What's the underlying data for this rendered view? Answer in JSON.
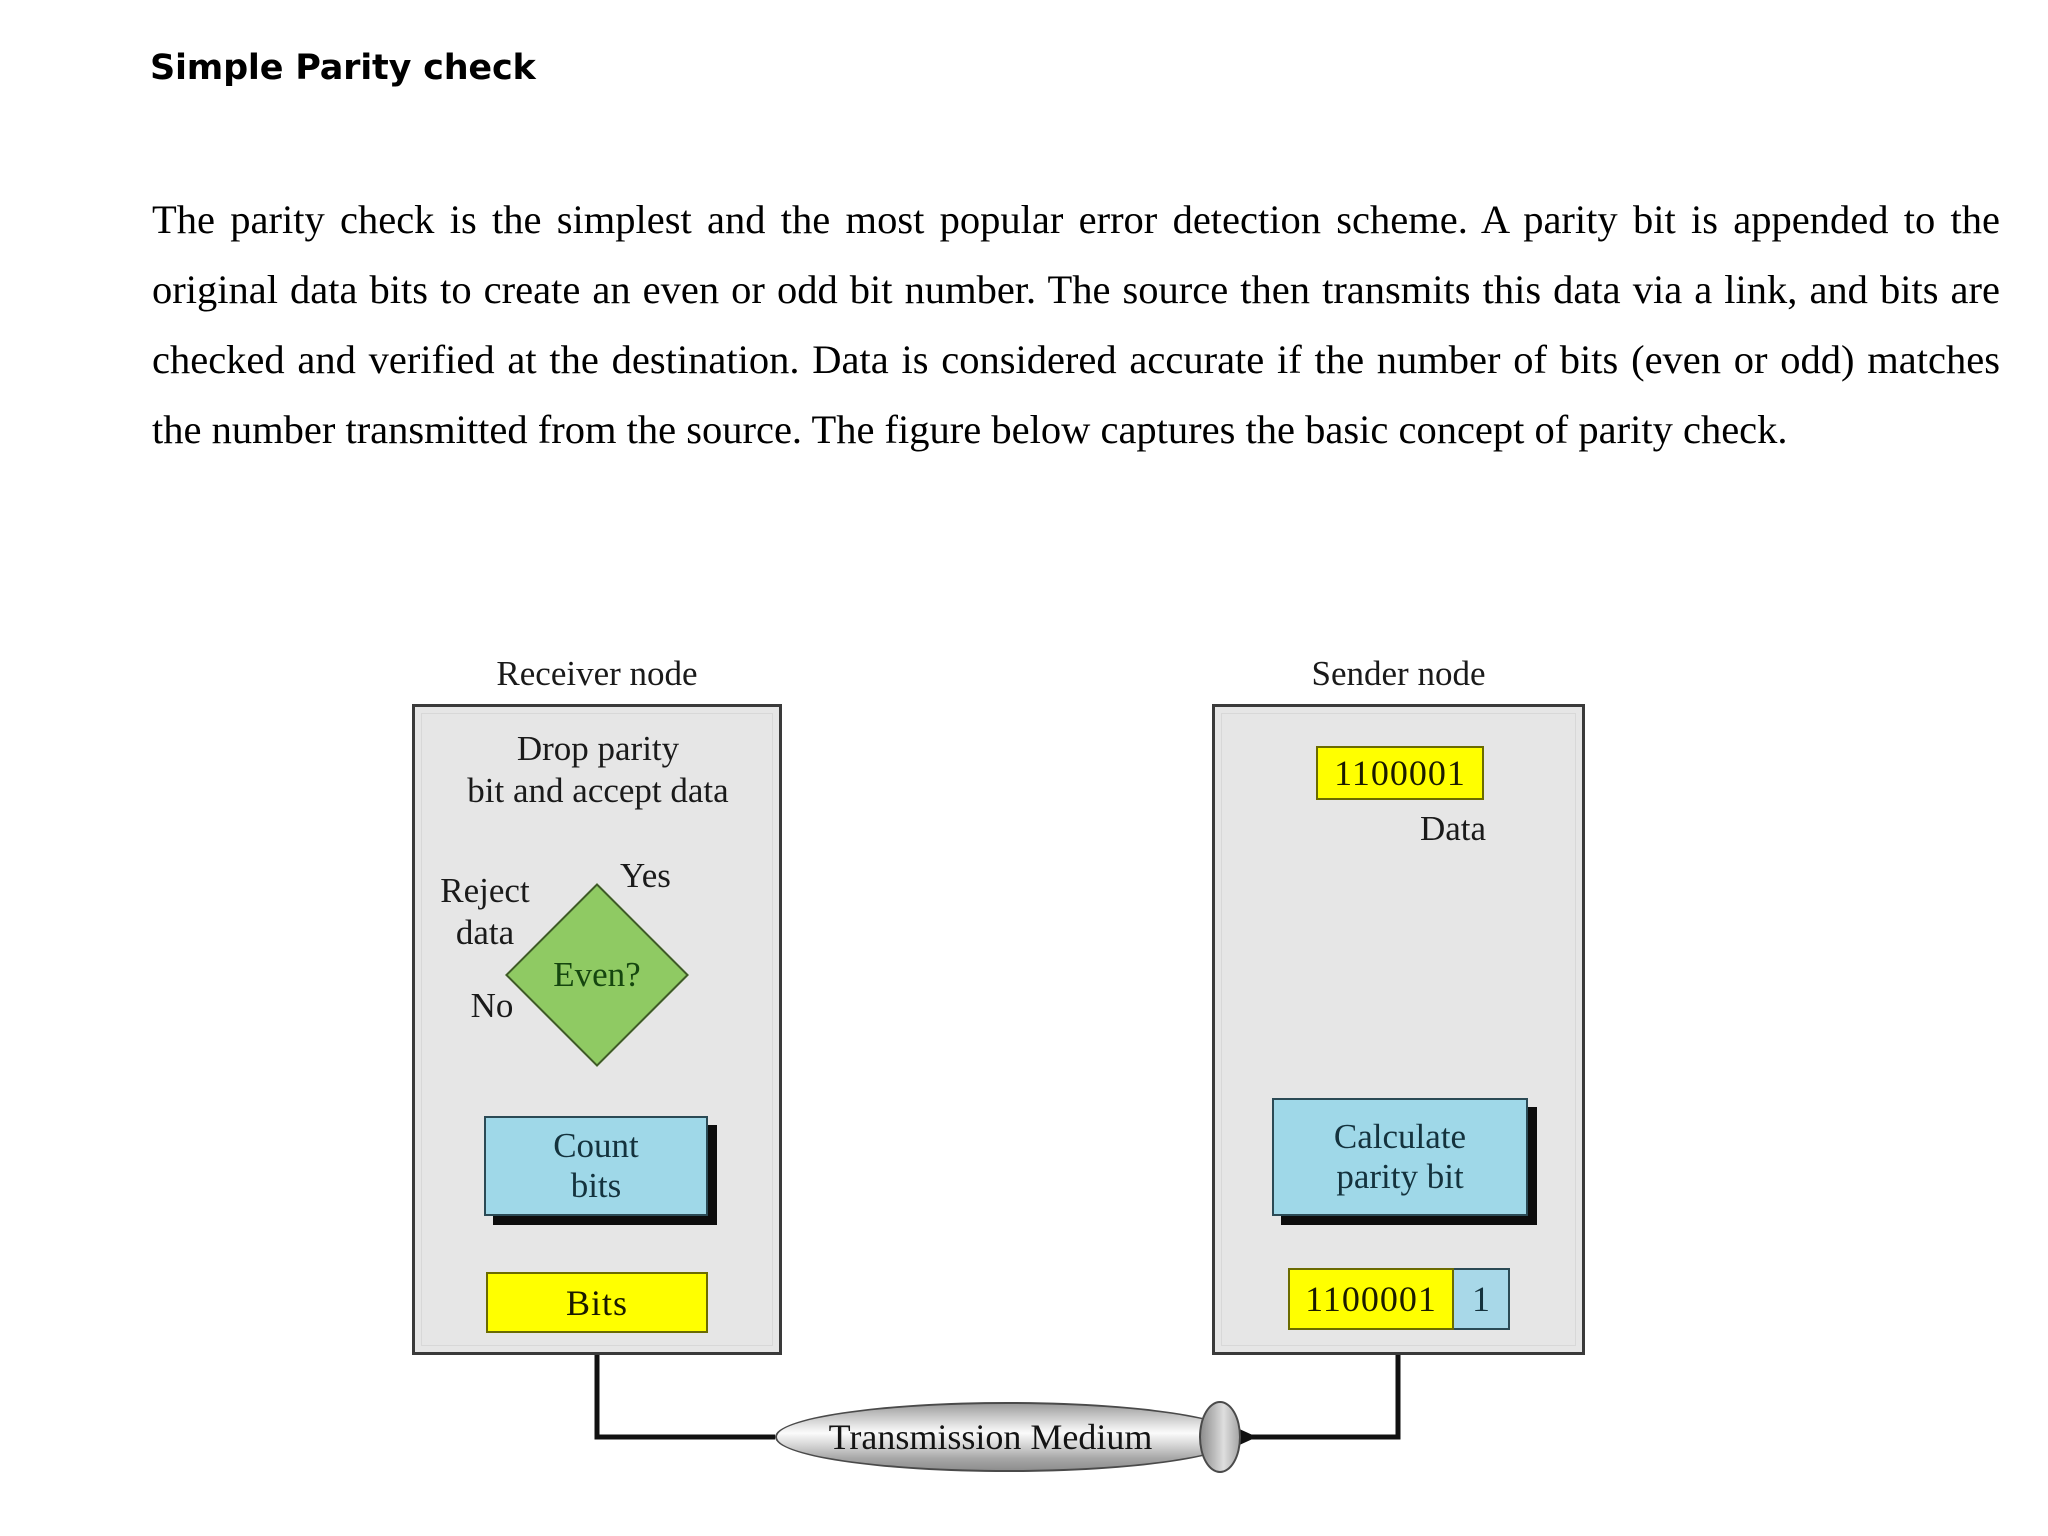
{
  "document": {
    "heading": "Simple Parity check",
    "paragraph": "The parity check is the simplest and the most popular error detection scheme. A parity bit is appended to the original data bits to create an even or odd bit number. The source then transmits this data via a link, and bits are checked and verified at the destination. Data is considered accurate if the number of bits (even or odd) matches the number transmitted from the source. The figure below captures the basic concept of parity check."
  },
  "figure": {
    "receiver": {
      "caption": "Receiver node",
      "accept_label": "Drop parity\nbit and accept data",
      "yes_label": "Yes",
      "no_label": "No",
      "reject_label": "Reject\ndata",
      "decision_label": "Even?",
      "process_label": "Count\nbits",
      "data_label": "Bits"
    },
    "sender": {
      "caption": "Sender node",
      "data_value": "1100001",
      "data_label": "Data",
      "process_label": "Calculate\nparity bit",
      "frame_data": "1100001",
      "frame_parity": "1"
    },
    "medium": {
      "label": "Transmission Medium"
    },
    "colors": {
      "panel_fill": "#e6e6e6",
      "panel_border": "#3a3a3a",
      "process_fill": "#9fd8e8",
      "process_border": "#2b4a55",
      "data_fill": "#ffff00",
      "data_border": "#6b6b00",
      "decision_fill": "#8fca63",
      "decision_border": "#3f5a28",
      "parity_fill": "#a8d8e8",
      "connector": "#111111",
      "medium_fill": "#c8c8c8"
    }
  }
}
